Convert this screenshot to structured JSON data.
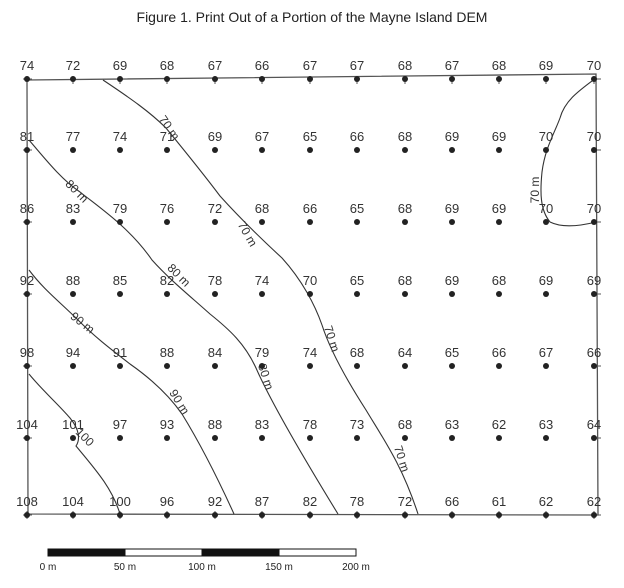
{
  "title": "Figure 1. Print Out of a Portion of the Mayne Island DEM",
  "grid": {
    "rows": [
      [
        74,
        72,
        69,
        68,
        67,
        66,
        67,
        67,
        68,
        67,
        68,
        69,
        70
      ],
      [
        81,
        77,
        74,
        71,
        69,
        67,
        65,
        66,
        68,
        69,
        69,
        70,
        70
      ],
      [
        86,
        83,
        79,
        76,
        72,
        68,
        66,
        65,
        68,
        69,
        69,
        70,
        70
      ],
      [
        92,
        88,
        85,
        82,
        78,
        74,
        70,
        65,
        68,
        69,
        68,
        69,
        69
      ],
      [
        98,
        94,
        91,
        88,
        84,
        79,
        74,
        68,
        64,
        65,
        66,
        67,
        66
      ],
      [
        104,
        101,
        97,
        93,
        88,
        83,
        78,
        73,
        68,
        63,
        62,
        63,
        64
      ],
      [
        108,
        104,
        100,
        96,
        92,
        87,
        82,
        78,
        72,
        66,
        61,
        62,
        62
      ]
    ]
  },
  "contours": [
    {
      "id": "c70-a",
      "label": "70 m"
    },
    {
      "id": "c70-b",
      "label": "70 m"
    },
    {
      "id": "c70-c",
      "label": "70 m"
    },
    {
      "id": "c80-a",
      "label": "80 m"
    },
    {
      "id": "c80-b",
      "label": "80 m"
    },
    {
      "id": "c80-c",
      "label": "80 m"
    },
    {
      "id": "c90-a",
      "label": "90 m"
    },
    {
      "id": "c90-b",
      "label": "90 m"
    },
    {
      "id": "c100",
      "label": "100"
    }
  ],
  "scale_bar": {
    "labels": [
      "0 m",
      "50 m",
      "100 m",
      "150 m",
      "200 m"
    ]
  }
}
